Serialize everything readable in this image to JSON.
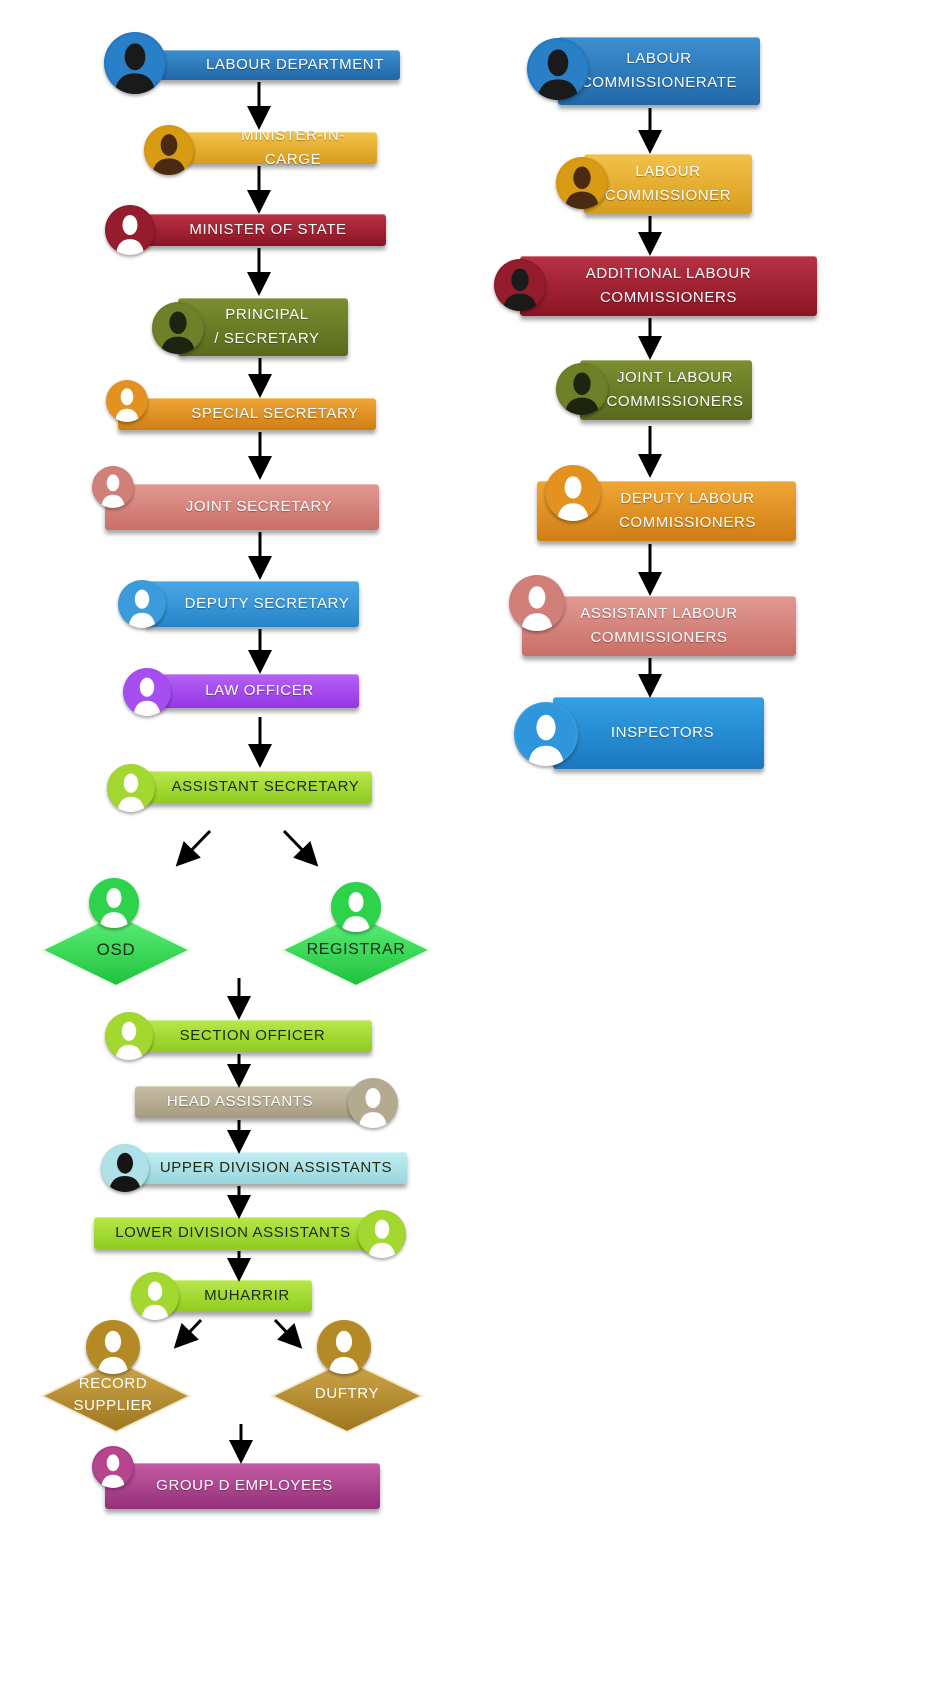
{
  "left": {
    "labour_department": "LABOUR  DEPARTMENT",
    "minister_in_charge": "MINISTER-IN-CARGE",
    "minister_of_state": "MINISTER OF STATE",
    "principal_secretary_l1": "PRINCIPAL",
    "principal_secretary_l2": "/ SECRETARY",
    "special_secretary": "SPECIAL SECRETARY",
    "joint_secretary": "JOINT  SECRETARY",
    "deputy_secretary": "DEPUTY  SECRETARY",
    "law_officer": "LAW OFFICER",
    "assistant_secretary": "ASSISTANT  SECRETARY",
    "osd": "OSD",
    "registrar": "REGISTRAR",
    "section_officer": "SECTION OFFICER",
    "head_assistants": "HEAD ASSISTANTS",
    "upper_division_assistants": "UPPER DIVISION ASSISTANTS",
    "lower_division_assistants": "LOWER DIVISION ASSISTANTS",
    "muharrir": "MUHARRIR",
    "record_supplier_l1": "RECORD",
    "record_supplier_l2": "SUPPLIER",
    "duftry": "DUFTRY",
    "group_d_employees": "GROUP D EMPLOYEES"
  },
  "right": {
    "labour_commissionerate_l1": "LABOUR",
    "labour_commissionerate_l2": "COMMISSIONERATE",
    "labour_commissioner_l1": "LABOUR",
    "labour_commissioner_l2": "COMMISSIONER",
    "additional_l1": "ADDITIONAL LABOUR",
    "additional_l2": "COMMISSIONERS",
    "joint_l1": "JOINT LABOUR",
    "joint_l2": "COMMISSIONERS",
    "deputy_l1": "DEPUTY LABOUR",
    "deputy_l2": "COMMISSIONERS",
    "assistant_l1": "ASSISTANT  LABOUR",
    "assistant_l2": "COMMISSIONERS",
    "inspectors": "INSPECTORS"
  },
  "colors": {
    "blue": "#2f7fc1",
    "gold": "#dba11c",
    "crimson": "#8e1a2a",
    "olive": "#6b7c28",
    "orange": "#e0901f",
    "rose": "#cf7e77",
    "sky": "#3a9ad9",
    "violet": "#a44cf0",
    "lime": "#9fd62e",
    "green": "#2ed24a",
    "taupe": "#b5ab90",
    "aqua": "#a8e0e6",
    "mustard": "#b68d2a",
    "magenta": "#a63a8a"
  },
  "icons": [
    "person-silhouette-icon",
    "person-outline-icon"
  ]
}
